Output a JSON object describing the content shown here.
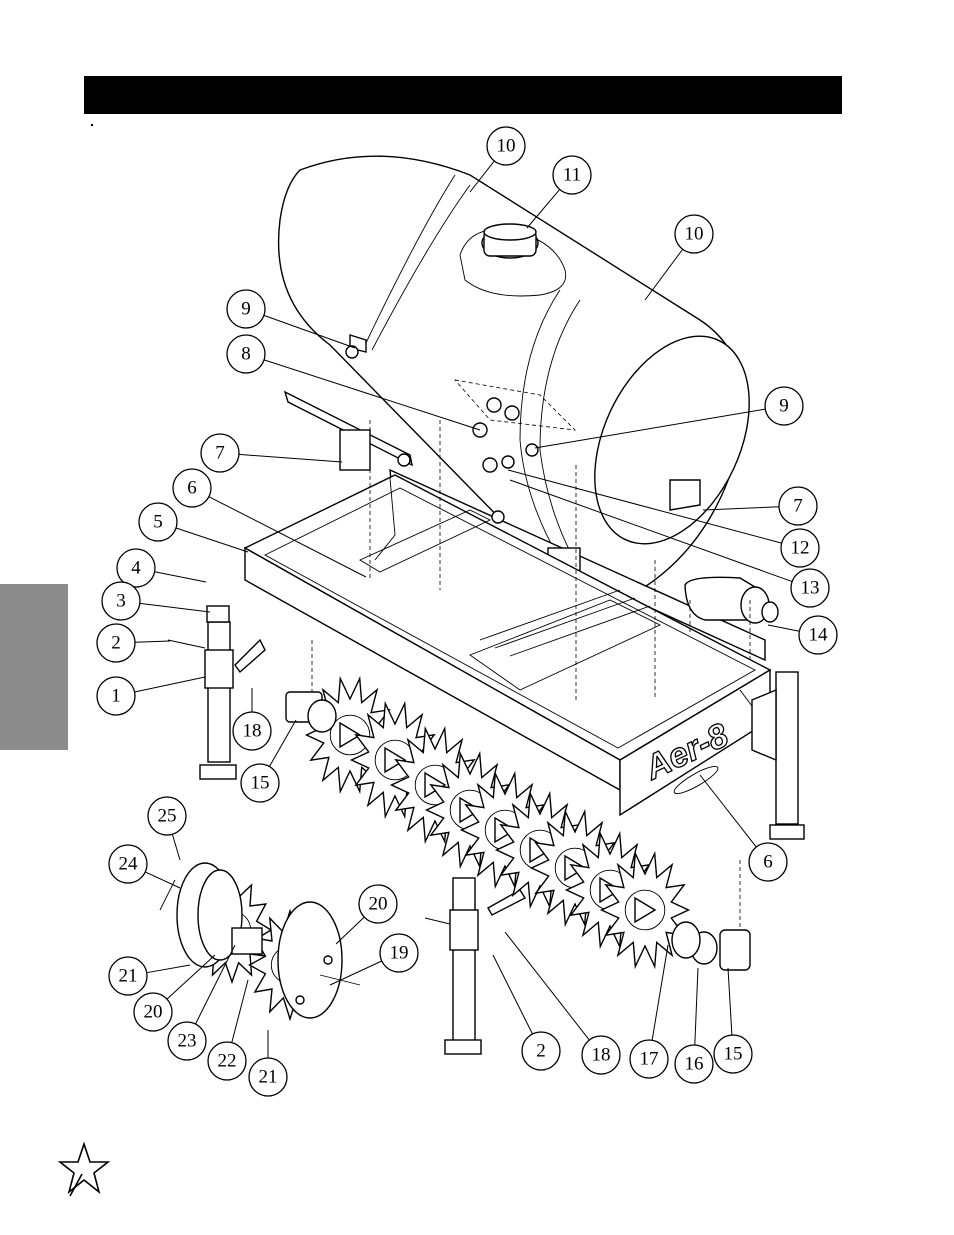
{
  "page": {
    "header_text": ""
  },
  "diagram": {
    "brand_decal": "Aer-8",
    "callouts": [
      {
        "id": "c10a",
        "label": "10"
      },
      {
        "id": "c11",
        "label": "11"
      },
      {
        "id": "c10b",
        "label": "10"
      },
      {
        "id": "c9a",
        "label": "9"
      },
      {
        "id": "c8",
        "label": "8"
      },
      {
        "id": "c9b",
        "label": "9"
      },
      {
        "id": "c7a",
        "label": "7"
      },
      {
        "id": "c6a",
        "label": "6"
      },
      {
        "id": "c7b",
        "label": "7"
      },
      {
        "id": "c5",
        "label": "5"
      },
      {
        "id": "c12",
        "label": "12"
      },
      {
        "id": "c13",
        "label": "13"
      },
      {
        "id": "c4",
        "label": "4"
      },
      {
        "id": "c3",
        "label": "3"
      },
      {
        "id": "c14",
        "label": "14"
      },
      {
        "id": "c2a",
        "label": "2"
      },
      {
        "id": "c1",
        "label": "1"
      },
      {
        "id": "c18a",
        "label": "18"
      },
      {
        "id": "c15a",
        "label": "15"
      },
      {
        "id": "c6b",
        "label": "6"
      },
      {
        "id": "c25",
        "label": "25"
      },
      {
        "id": "c24",
        "label": "24"
      },
      {
        "id": "c20a",
        "label": "20"
      },
      {
        "id": "c19",
        "label": "19"
      },
      {
        "id": "c21a",
        "label": "21"
      },
      {
        "id": "c20b",
        "label": "20"
      },
      {
        "id": "c23",
        "label": "23"
      },
      {
        "id": "c22",
        "label": "22"
      },
      {
        "id": "c21b",
        "label": "21"
      },
      {
        "id": "c2b",
        "label": "2"
      },
      {
        "id": "c18b",
        "label": "18"
      },
      {
        "id": "c17",
        "label": "17"
      },
      {
        "id": "c16",
        "label": "16"
      },
      {
        "id": "c15b",
        "label": "15"
      }
    ]
  },
  "icons": {
    "logo": "star-logo-icon"
  }
}
